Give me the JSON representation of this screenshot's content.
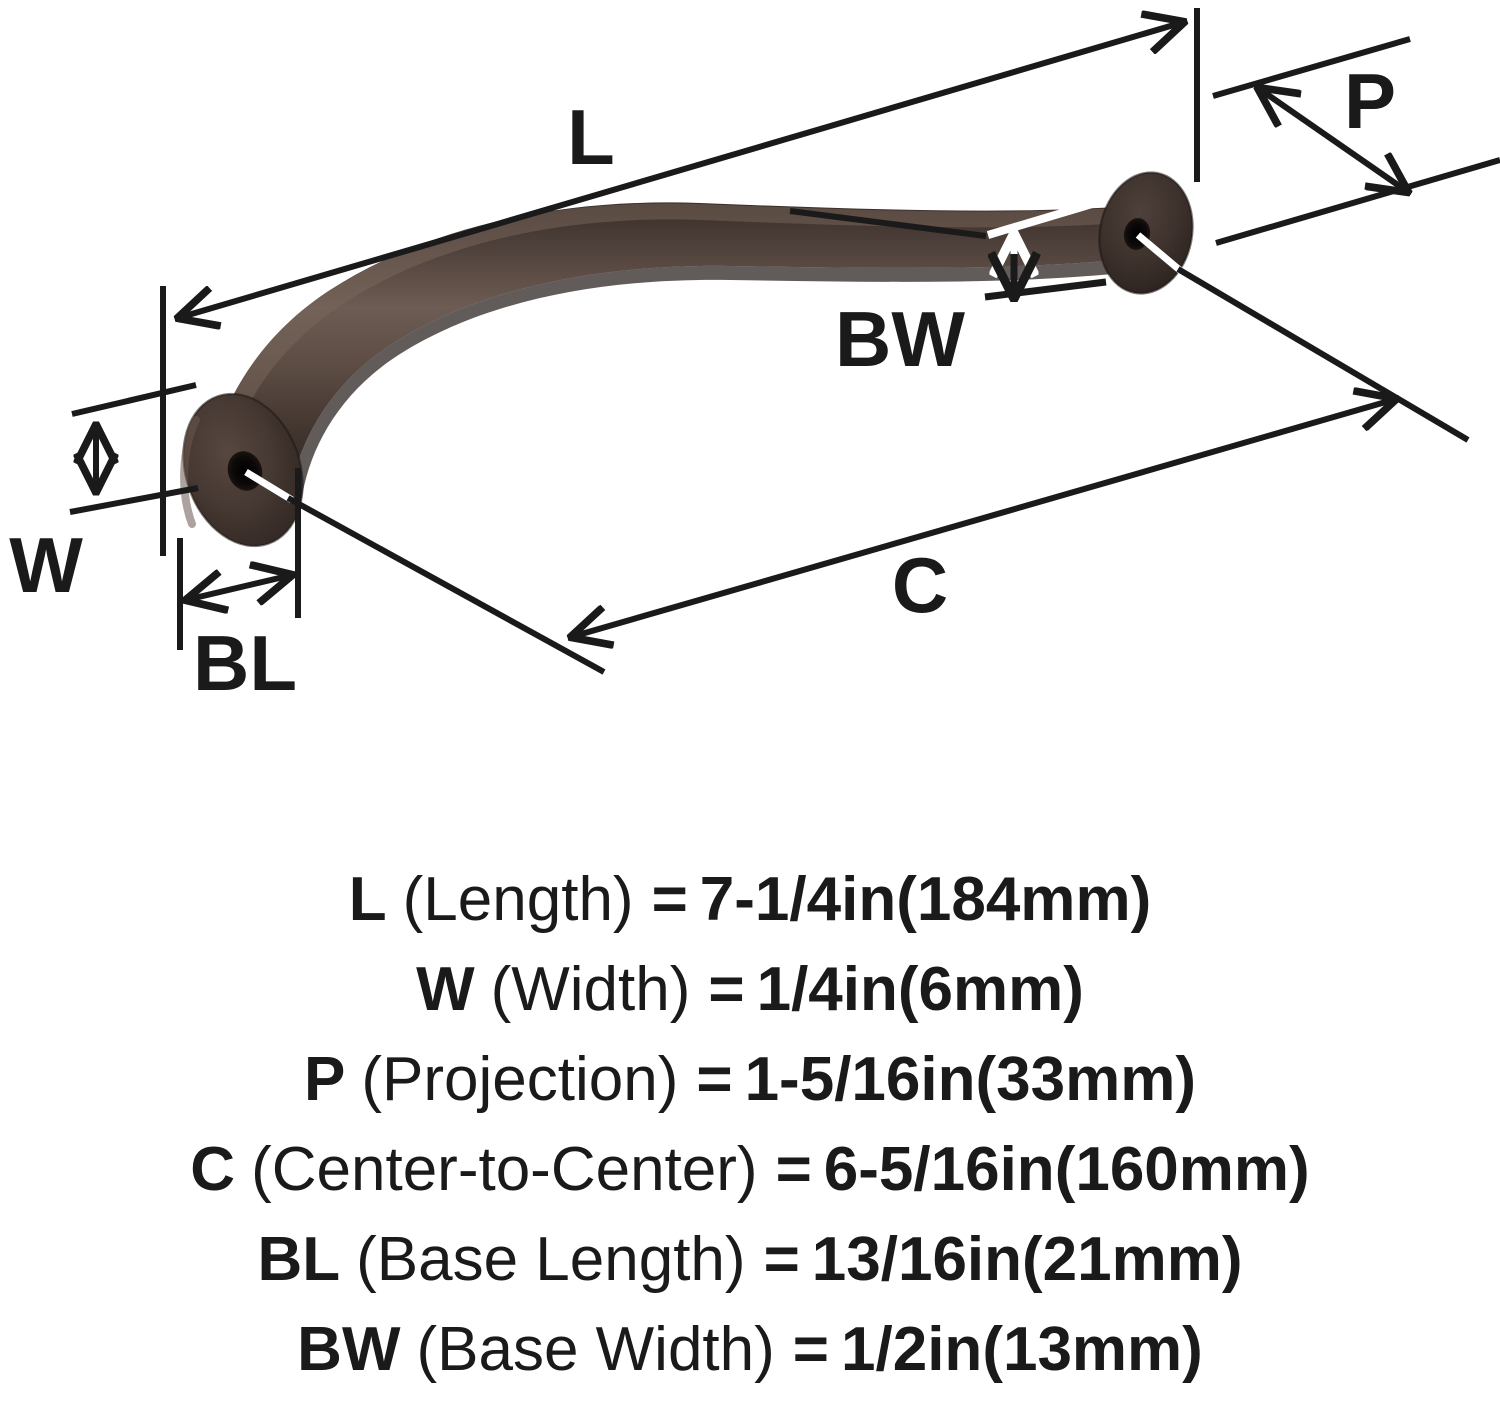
{
  "product": {
    "type": "cabinet-pull-handle",
    "finish_color": "#4a3b35",
    "finish_highlight": "#6e5c52",
    "finish_shadow": "#2a211d",
    "line_color": "#1a1a1a",
    "background": "#ffffff"
  },
  "diagram": {
    "labels": {
      "length": "L",
      "width": "W",
      "projection": "P",
      "center_to_center": "C",
      "base_length": "BL",
      "base_width": "BW"
    }
  },
  "specs": [
    {
      "symbol": "L",
      "name": "(Length)",
      "equals": "=",
      "value_in": "7-1/4in",
      "value_mm": "(184mm)"
    },
    {
      "symbol": "W",
      "name": "(Width)",
      "equals": "=",
      "value_in": "1/4in",
      "value_mm": "(6mm)"
    },
    {
      "symbol": "P",
      "name": "(Projection)",
      "equals": "=",
      "value_in": "1-5/16in",
      "value_mm": "(33mm)"
    },
    {
      "symbol": "C",
      "name": "(Center-to-Center)",
      "equals": "=",
      "value_in": "6-5/16in",
      "value_mm": "(160mm)"
    },
    {
      "symbol": "BL",
      "name": "(Base Length)",
      "equals": "=",
      "value_in": "13/16in",
      "value_mm": "(21mm)"
    },
    {
      "symbol": "BW",
      "name": "(Base Width)",
      "equals": "=",
      "value_in": "1/2in",
      "value_mm": "(13mm)"
    }
  ]
}
